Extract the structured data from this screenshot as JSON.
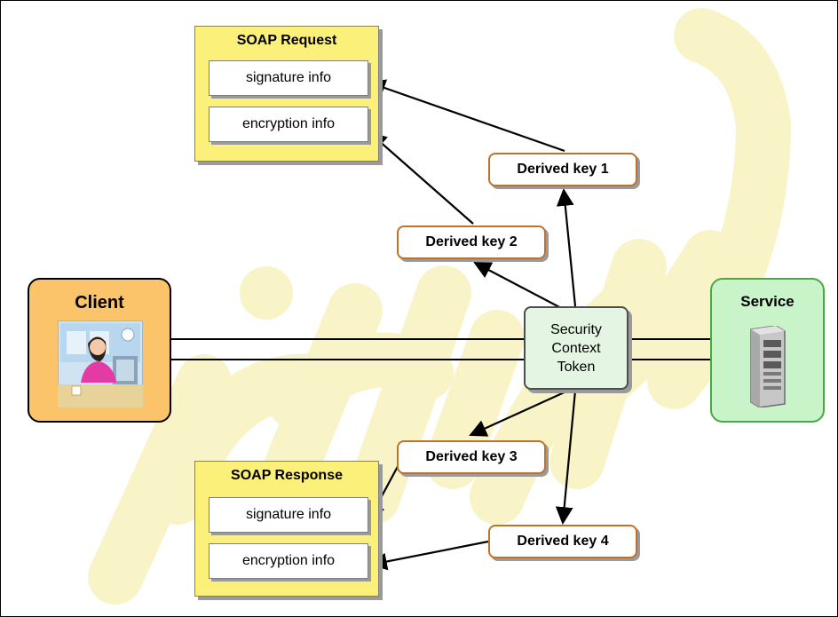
{
  "soap_request": {
    "title": "SOAP Request",
    "signature": "signature info",
    "encryption": "encryption info"
  },
  "soap_response": {
    "title": "SOAP Response",
    "signature": "signature info",
    "encryption": "encryption info"
  },
  "derived_keys": [
    "Derived key 1",
    "Derived key 2",
    "Derived key 3",
    "Derived key 4"
  ],
  "client": {
    "label": "Client",
    "fill": "#fbc46a"
  },
  "service": {
    "label": "Service",
    "fill": "#c9f3c9"
  },
  "token": {
    "line1": "Security",
    "line2": "Context",
    "line3": "Token"
  },
  "colors": {
    "soap_fill": "#fbf07a",
    "derived_key_border": "#c0712a",
    "token_fill": "#e4f5e4",
    "watermark": "#f8f4c8"
  },
  "watermark_text": "archived"
}
